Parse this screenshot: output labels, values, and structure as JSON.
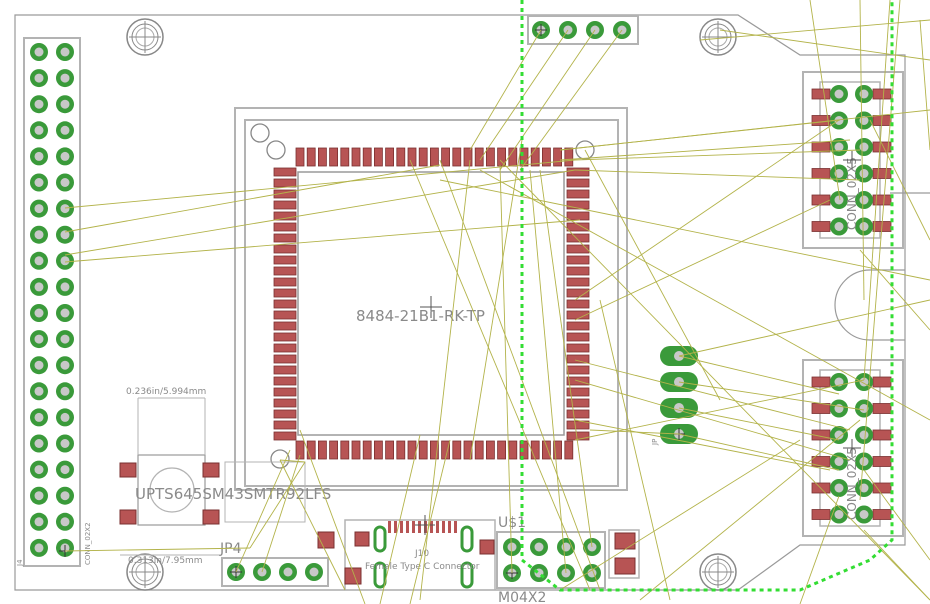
{
  "colors": {
    "background": "#ffffff",
    "outline": "#b3b3b3",
    "silk": "#8a8a8a",
    "pad_green": "#3a9a3a",
    "pad_red": "#b75454",
    "airwire": "#b3b34a",
    "route_dash": "#33dd33"
  },
  "labels": {
    "chip": "8484-21",
    "chip_suffix": "-RK-TP",
    "chip_mid": "B1",
    "switch": "UPTS645SM43SMTR92LFS",
    "dim_top": "0.236in/5.994mm",
    "dim_bottom": "0.313in/7.95mm",
    "jp4": "JP4",
    "u1": "U$1",
    "m04x2": "M04X2",
    "j10": "J10",
    "usbc": "Female Type C Connector",
    "j4_side": "CONN_02X2",
    "j4_ref": "J4",
    "conn_r1": "CONN_02X5",
    "conn_r2": "CONN_02X5",
    "small_left": "JP",
    "small_x": "X"
  }
}
